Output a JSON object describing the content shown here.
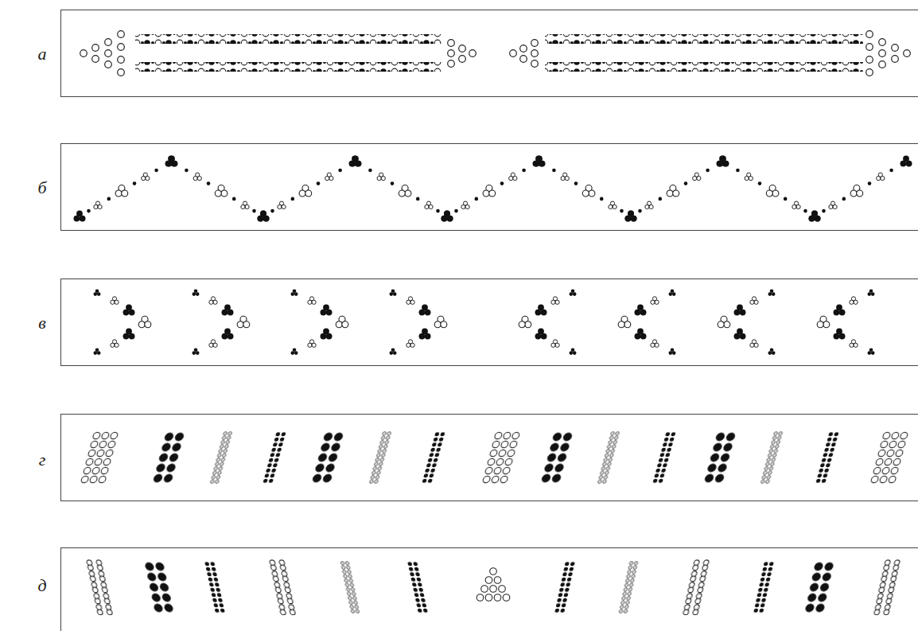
{
  "diagram": {
    "nodes": [
      {
        "text": [
          "а"
        ]
      },
      {
        "text": [
          "б"
        ]
      },
      {
        "text": [
          "в"
        ]
      },
      {
        "text": [
          "г"
        ]
      },
      {
        "text": [
          "д"
        ]
      }
    ]
  }
}
